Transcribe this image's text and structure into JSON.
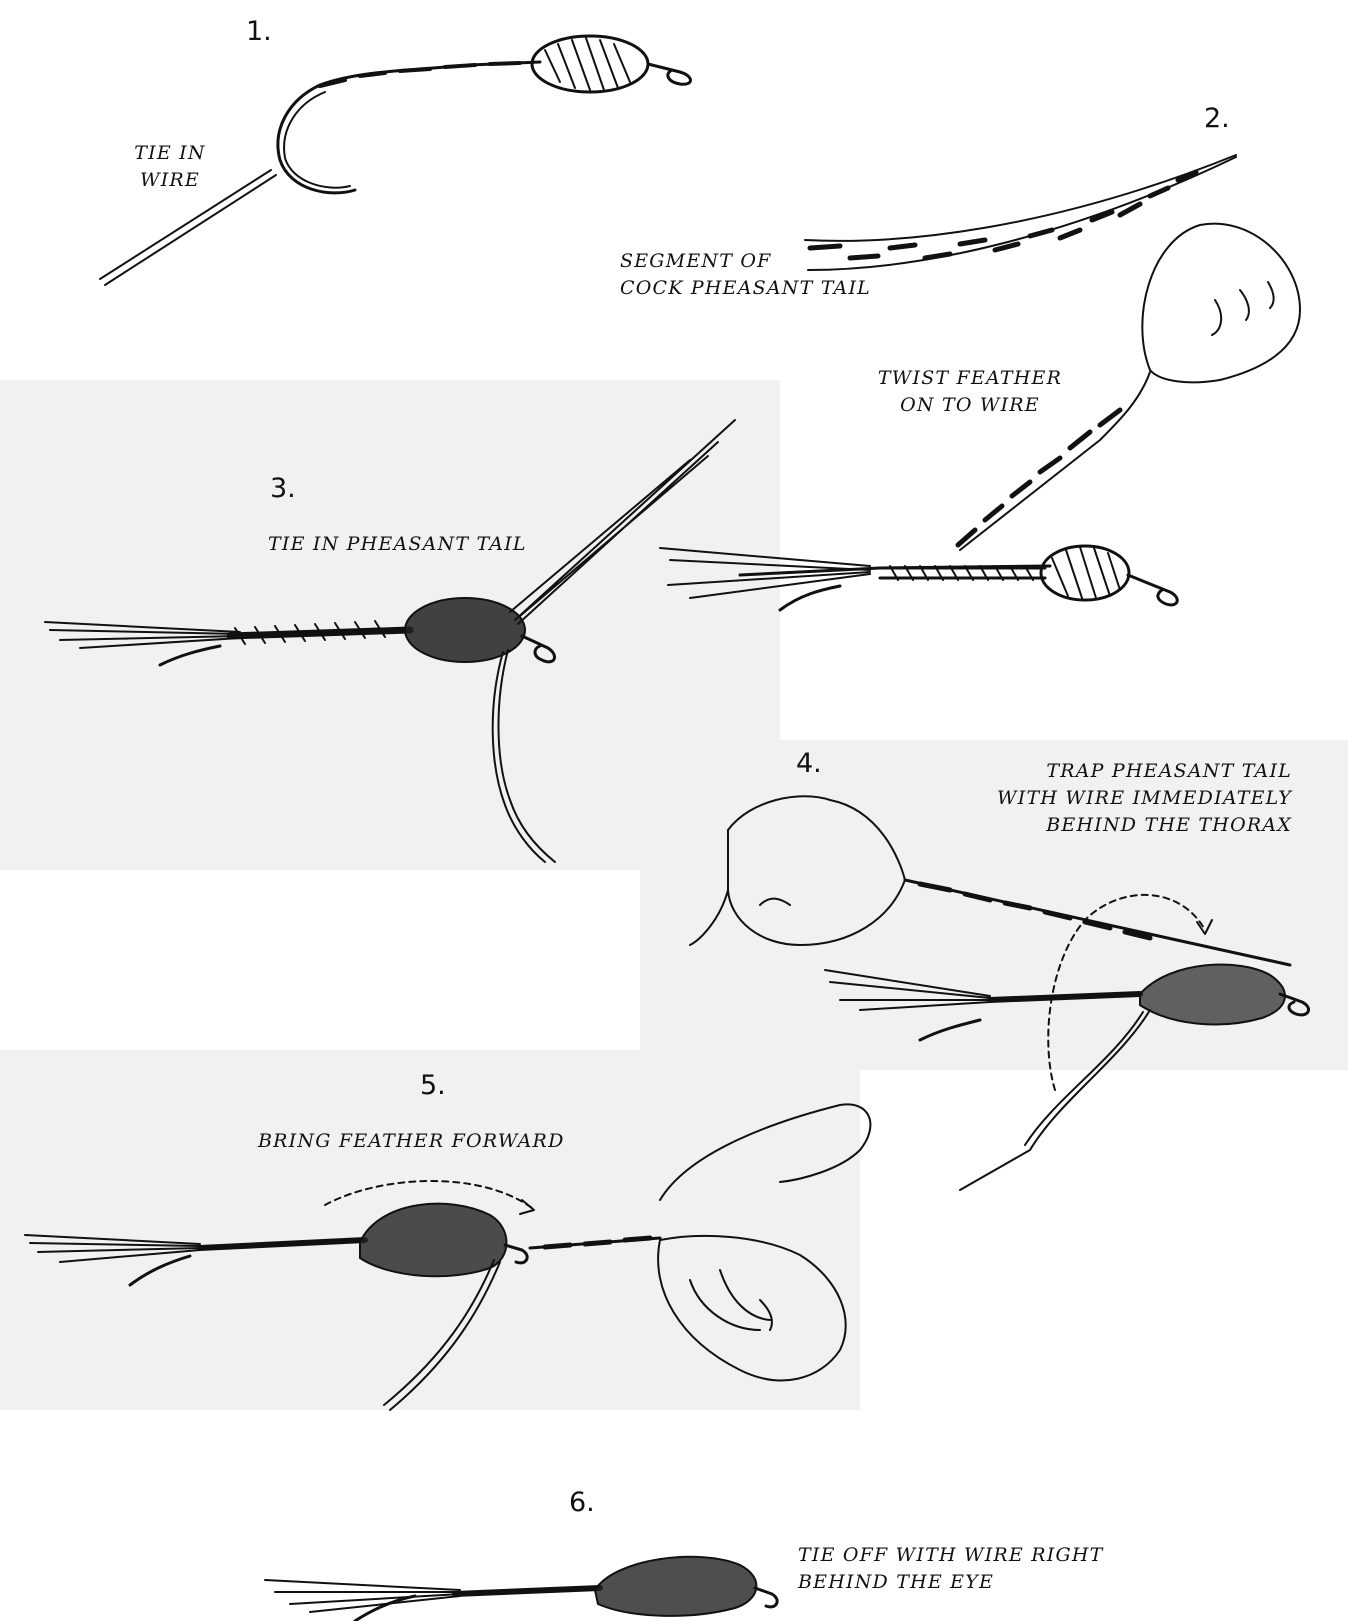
{
  "steps": [
    {
      "number": "1.",
      "caption": [
        "TIE IN",
        "WIRE"
      ]
    },
    {
      "number": "2.",
      "caption": [
        "TWIST FEATHER",
        "ON TO WIRE"
      ],
      "feather_label": [
        "SEGMENT OF",
        "COCK PHEASANT TAIL"
      ]
    },
    {
      "number": "3.",
      "caption": [
        "TIE IN PHEASANT TAIL"
      ]
    },
    {
      "number": "4.",
      "caption": [
        "TRAP PHEASANT TAIL",
        "WITH WIRE IMMEDIATELY",
        "BEHIND THE THORAX"
      ]
    },
    {
      "number": "5.",
      "caption": [
        "BRING FEATHER FORWARD"
      ]
    },
    {
      "number": "6.",
      "caption": [
        "TIE OFF WITH WIRE RIGHT",
        "BEHIND THE EYE"
      ]
    }
  ]
}
